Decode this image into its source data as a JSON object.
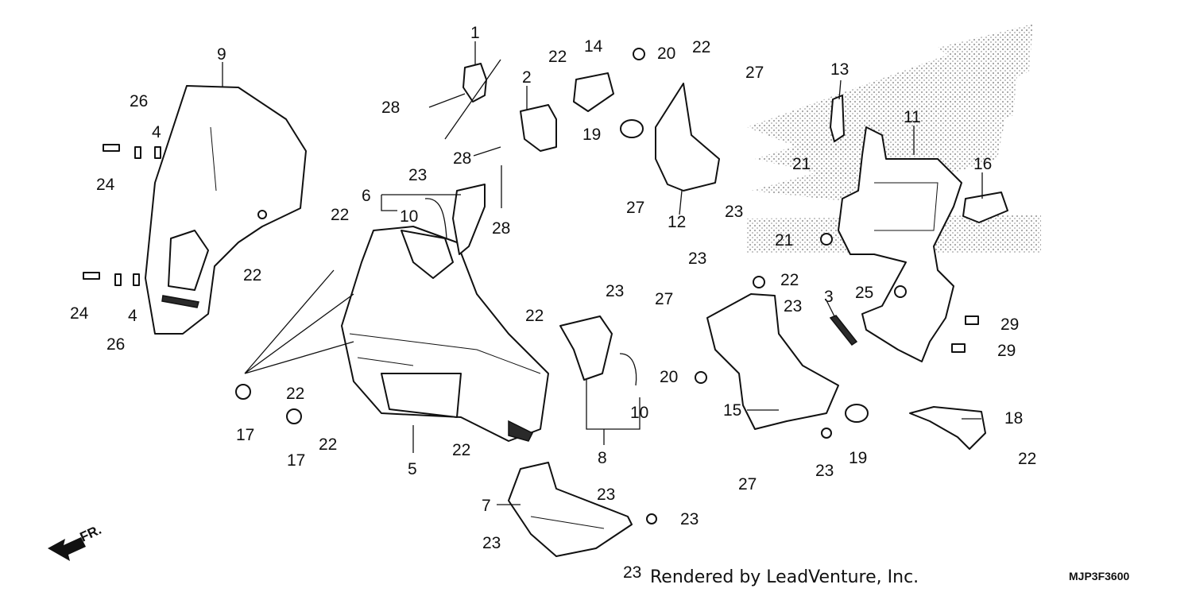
{
  "diagram": {
    "callouts": [
      "1",
      "2",
      "3",
      "4",
      "5",
      "6",
      "7",
      "8",
      "9",
      "10",
      "11",
      "12",
      "13",
      "14",
      "15",
      "16",
      "17",
      "18",
      "19",
      "20",
      "21",
      "22",
      "23",
      "24",
      "25",
      "26",
      "27",
      "28",
      "29"
    ],
    "direction_label": "FR.",
    "credit": "Rendered by LeadVenture, Inc.",
    "diagram_code": "MJP3F3600"
  }
}
